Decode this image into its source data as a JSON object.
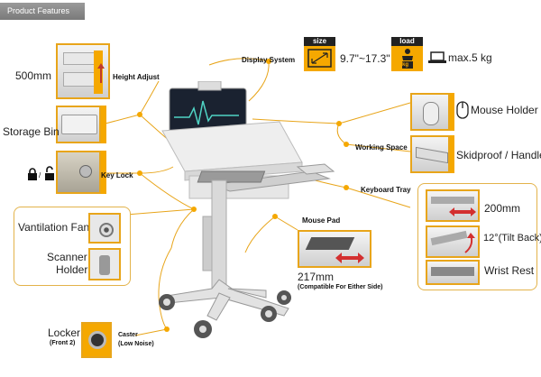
{
  "header": {
    "title": "Product Features"
  },
  "features": {
    "display_system": "Display System",
    "height_adjust": "Height Adjust",
    "height_value": "500mm",
    "storage_bin": "Storage Bin",
    "key_lock": "Key Lock",
    "lock_separator": "/",
    "ventilation_fan": "Vantilation Fan",
    "scanner_holder_line1": "Scanner",
    "scanner_holder_line2": "Holder",
    "locker_line1": "Locker",
    "locker_line2": "(Front 2)",
    "caster_line1": "Caster",
    "caster_line2": "(Low Noise)",
    "mouse_pad": "Mouse Pad",
    "mouse_pad_size": "217mm",
    "mouse_pad_note": "(Compatible For Either Side)",
    "keyboard_tray": "Keyboard Tray",
    "keyboard_depth": "200mm",
    "keyboard_tilt": "12°(Tilt Back)",
    "wrist_rest": "Wrist Rest",
    "working_space": "Working Space",
    "skidproof": "Skidproof / Handle",
    "mouse_holder": "Mouse Holder",
    "size_badge": "size",
    "size_range": "9.7\"~17.3\"",
    "load_badge": "load",
    "load_unit": "kg",
    "load_value": "max.5 kg"
  },
  "colors": {
    "accent": "#f5a800",
    "line": "#e8a51a",
    "header_bg": "#888888"
  }
}
